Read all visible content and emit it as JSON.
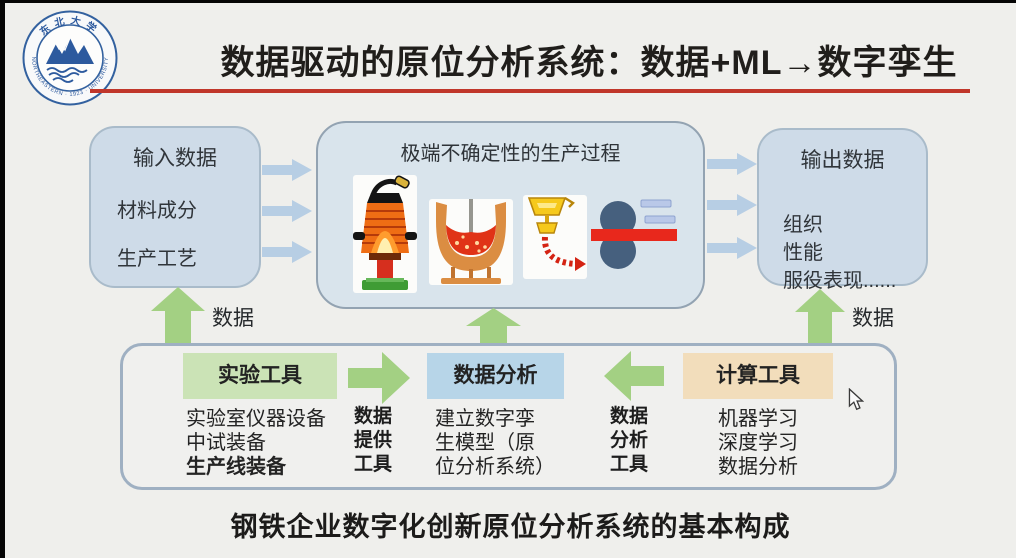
{
  "header": {
    "title": "数据驱动的原位分析系统：数据+ML→数字孪生",
    "logo": {
      "university_cn": "东北大学",
      "ring_text": "NORTHEASTERN · 1923 · UNIVERSITY"
    }
  },
  "flow": {
    "input_box": {
      "title": "输入数据",
      "items": [
        "材料成分",
        "生产工艺"
      ]
    },
    "process_box": {
      "title": "极端不确定性的生产过程",
      "icons": [
        "blast-furnace",
        "converter-furnace",
        "continuous-caster",
        "rolling-mill"
      ]
    },
    "output_box": {
      "title": "输出数据",
      "items": [
        "组织",
        "性能",
        "服役表现......"
      ]
    },
    "left_data_label": "数据",
    "middle_up_arrow": "data-feedback",
    "right_data_label": "数据"
  },
  "tools": {
    "experiment": {
      "header": "实验工具",
      "items": [
        "实验室仪器设备",
        "中试装备",
        "生产线装备"
      ]
    },
    "provide_arrow_label": "数据提供工具",
    "analysis": {
      "header": "数据分析",
      "body_lines": [
        "建立数字孪",
        "生模型（原",
        "位分析系统）"
      ]
    },
    "analysis_arrow_label": "数据分析工具",
    "computing": {
      "header": "计算工具",
      "items": [
        "机器学习",
        "深度学习",
        "数据分析"
      ]
    }
  },
  "caption": "钢铁企业数字化创新原位分析系统的基本构成",
  "colors": {
    "accent_red": "#c0362a",
    "flow_box_blue": "#cedbe8",
    "process_box_blue": "#d9e4ec",
    "arrow_blue": "#b7cee4",
    "arrow_green": "#a3d083",
    "header_green": "#cbe3b6",
    "header_blue": "#b7d5e8",
    "header_tan": "#f2ddbb",
    "slide_bg": "#efefec"
  }
}
